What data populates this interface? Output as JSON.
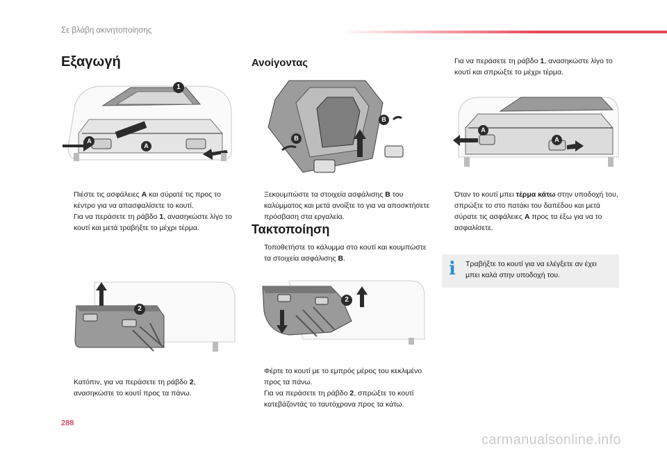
{
  "header": {
    "title": "Σε βλάβη ακινητοποίησης"
  },
  "colors": {
    "accent": "#e8485a",
    "info": "#2f8ec9",
    "badge": "#2b2b2b"
  },
  "sections": {
    "extraction": {
      "title": "Εξαγωγή"
    },
    "opening": {
      "title": "Ανοίγοντας"
    },
    "storage": {
      "title": "Τακτοποίηση"
    }
  },
  "bullet_symbol": "",
  "steps": {
    "s1": {
      "pre": "Πιέστε τις ασφάλειες ",
      "b": "A",
      "post": " και σύρατέ τις προς το κέντρο για να απασφαλίσετε το κουτί."
    },
    "s2": {
      "pre": "Για να περάσετε τη ράβδο ",
      "b": "1",
      "post": ", ανασηκώστε λίγο το κουτί και μετά τραβήξτε το μέχρι τέρμα."
    },
    "s3": {
      "pre": "Κατόπιν, για να περάσετε τη ράβδο ",
      "b": "2",
      "post": ", ανασηκώστε το κουτί προς τα πάνω."
    },
    "s4": {
      "pre": "Ξεκουμπώστε τα στοιχεία ασφάλισης ",
      "b": "B",
      "post": " του καλύμματος και μετά ανοίξτε το για να αποσκτήσετε πρόσβαση στα εργαλεία."
    },
    "s5": {
      "pre": "Τοποθετήστε το κάλυμμα στο κουτί και κουμπώστε τα στοιχεία ασφάλισης ",
      "b": "B",
      "post": "."
    },
    "s6": {
      "text": "Φέρτε το κουτί με το εμπρός μέρος του κεκλιμένο προς τα πάνω."
    },
    "s7": {
      "pre": "Για να περάσετε τη ράβδο ",
      "b": "2",
      "post": ", σπρώξτε το κουτί κατεβάζοντάς το ταυτόχρονα προς τα κάτω."
    },
    "s8": {
      "pre": "Για να περάσετε τη ράβδο ",
      "b": "1",
      "post": ", ανασηκώστε λίγο το κουτί και σπρώξτε το μέχρι τέρμα."
    },
    "s9": {
      "pre": "Όταν το κουτί μπει ",
      "b": "τέρμα κάτω",
      "mid": " στην υποδοχή του, σπρώξτε το στο πατάκι του δαπέδου και μετά σύρατε τις ασφάλειες ",
      "b2": "A",
      "post": " προς τα έξω για να το ασφαλίσετε."
    }
  },
  "info": {
    "icon": "info-icon",
    "text": "Τραβήξτε το κουτί για να ελέγξετε αν έχει μπει καλά στην υποδοχή του."
  },
  "badges": {
    "a": "A",
    "b": "B",
    "one": "1",
    "two": "2"
  },
  "page_number": "288",
  "watermark": "carmanualsonline.info"
}
